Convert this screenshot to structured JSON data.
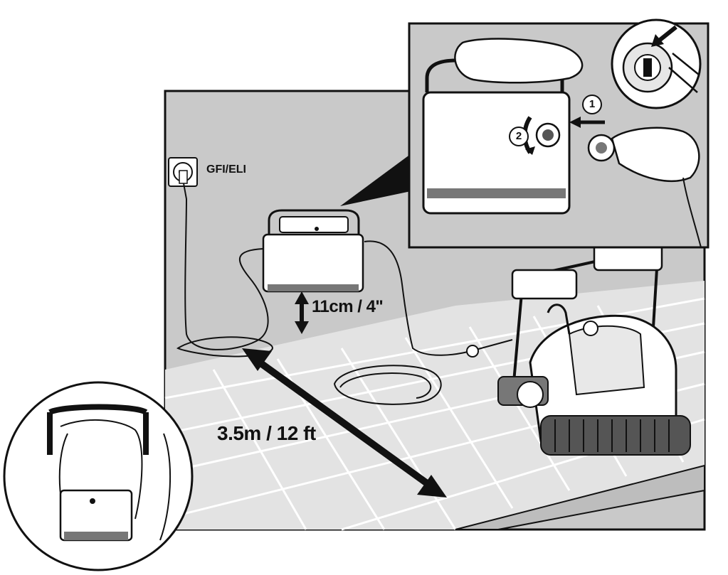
{
  "labels": {
    "outlet": "GFI/ELI",
    "height": "11cm / 4\"",
    "distance": "3.5m / 12 ft"
  },
  "steps": {
    "step1": "1",
    "step2": "2"
  },
  "colors": {
    "background": "#c9c9c9",
    "tile_floor": "#e2e2e2",
    "outline": "#111111",
    "panel": "#ffffff"
  },
  "icons": {
    "outlet": "wall-outlet-icon",
    "arrow_vertical": "double-arrow-vertical-icon",
    "arrow_diagonal": "double-arrow-diagonal-icon",
    "connector": "cable-connector-icon"
  }
}
